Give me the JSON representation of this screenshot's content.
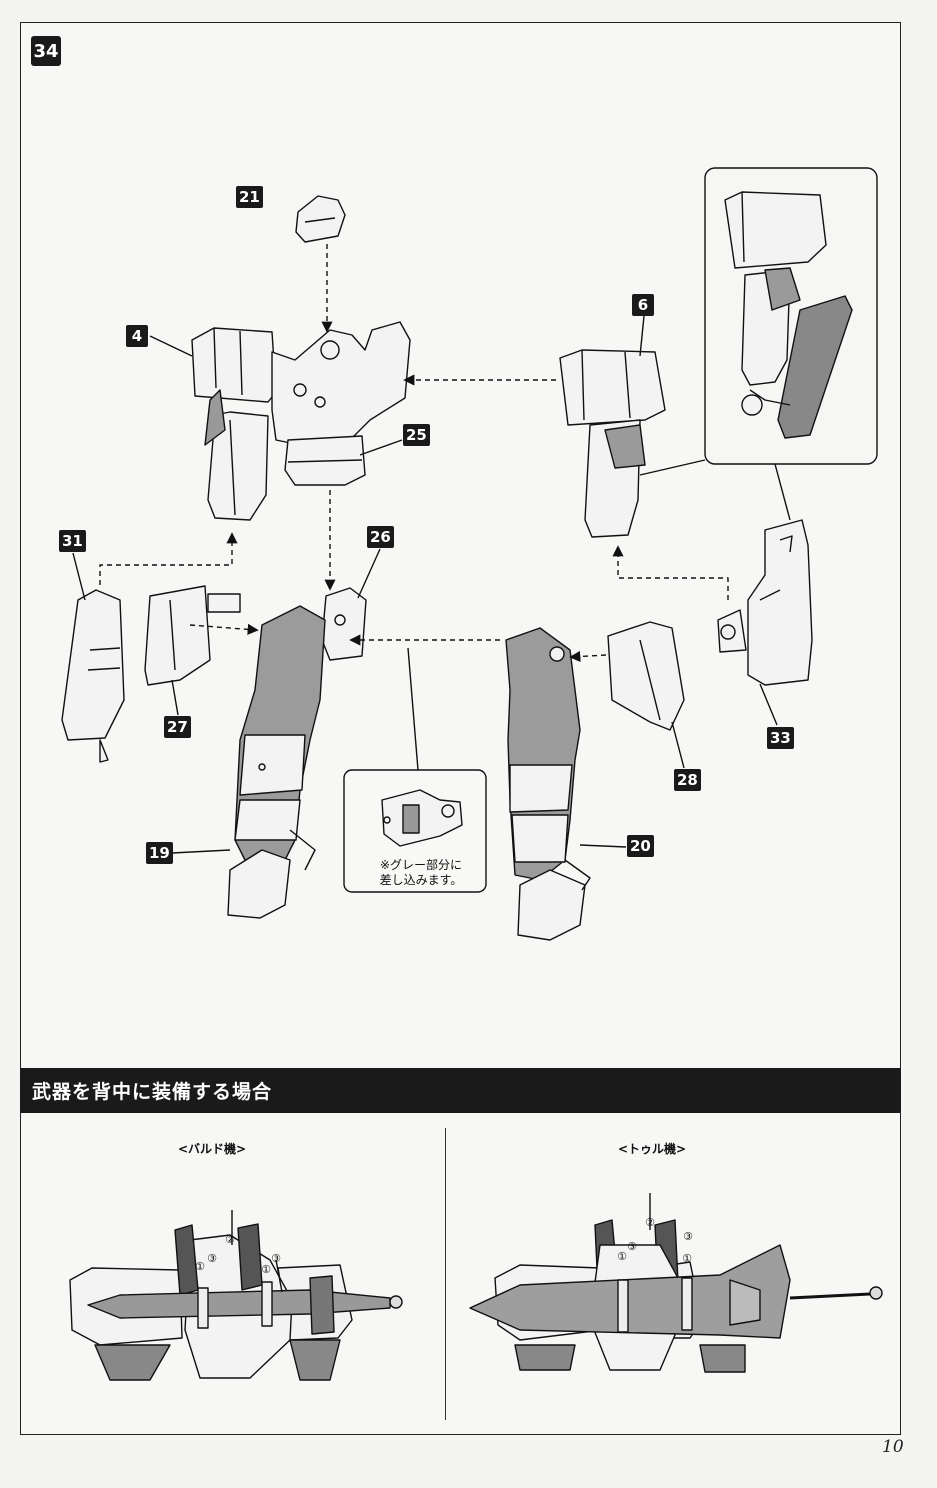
{
  "step": {
    "number": "34"
  },
  "part_labels": {
    "p21": "21",
    "p4": "4",
    "p25": "25",
    "p6": "6",
    "p31": "31",
    "p26": "26",
    "p27": "27",
    "p19": "19",
    "p20": "20",
    "p28": "28",
    "p33": "33"
  },
  "callout": {
    "note_line1": "※グレー部分に",
    "note_line2": "差し込みます。"
  },
  "section": {
    "title": "武器を背中に装備する場合"
  },
  "variants": {
    "left": "<バルド機>",
    "right": "<トゥル機>"
  },
  "steps_marks": {
    "m1": "①",
    "m2": "②",
    "m3": "③"
  },
  "page": {
    "number": "10"
  }
}
